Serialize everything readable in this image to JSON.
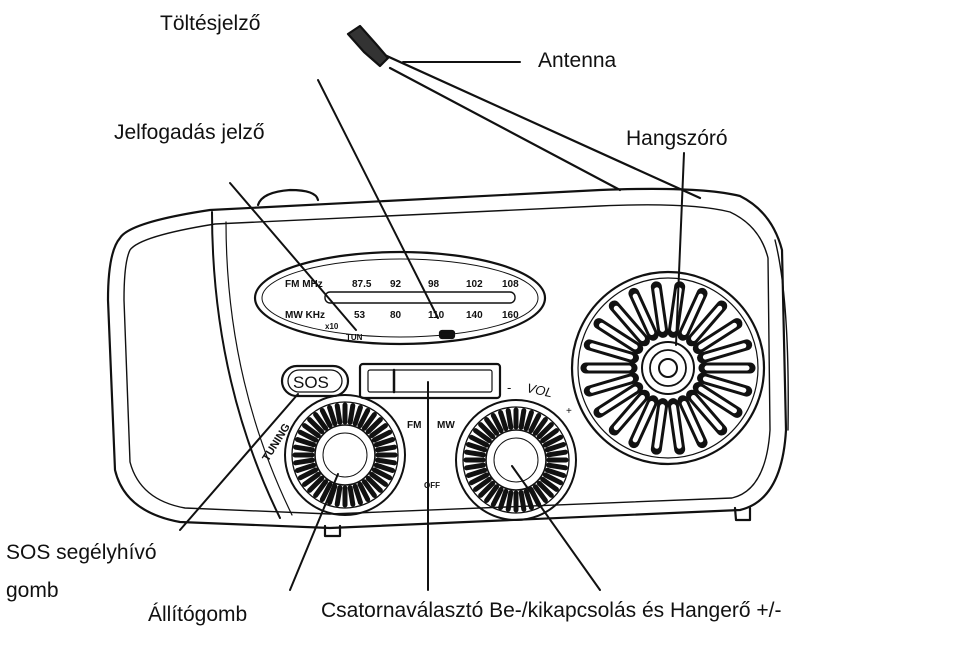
{
  "labels": {
    "charge_indicator": "Töltésjelző",
    "antenna": "Antenna",
    "signal_indicator": "Jelfogadás jelző",
    "speaker": "Hangszóró",
    "sos_button_line1": "SOS segélyhívó",
    "sos_button_line2": "gomb",
    "tuning_knob": "Állítógomb",
    "bottom_row": "Csatornaválasztó Be-/kikapcsolás és Hangerő +/-"
  },
  "dial": {
    "fm_label": "FM MHz",
    "fm_ticks": [
      "87.5",
      "92",
      "98",
      "102",
      "108"
    ],
    "mw_label": "MW KHz",
    "mw_multiplier": "x10",
    "mw_ticks": [
      "53",
      "80",
      "110",
      "140",
      "160"
    ],
    "tun_label": "TUN"
  },
  "controls": {
    "sos": "SOS",
    "tuning": "TUNING",
    "band_fm": "FM",
    "band_mw": "MW",
    "off": "OFF",
    "vol": "VOL",
    "vol_minus": "-",
    "vol_plus": "+"
  },
  "colors": {
    "line": "#111111",
    "background": "#ffffff"
  }
}
